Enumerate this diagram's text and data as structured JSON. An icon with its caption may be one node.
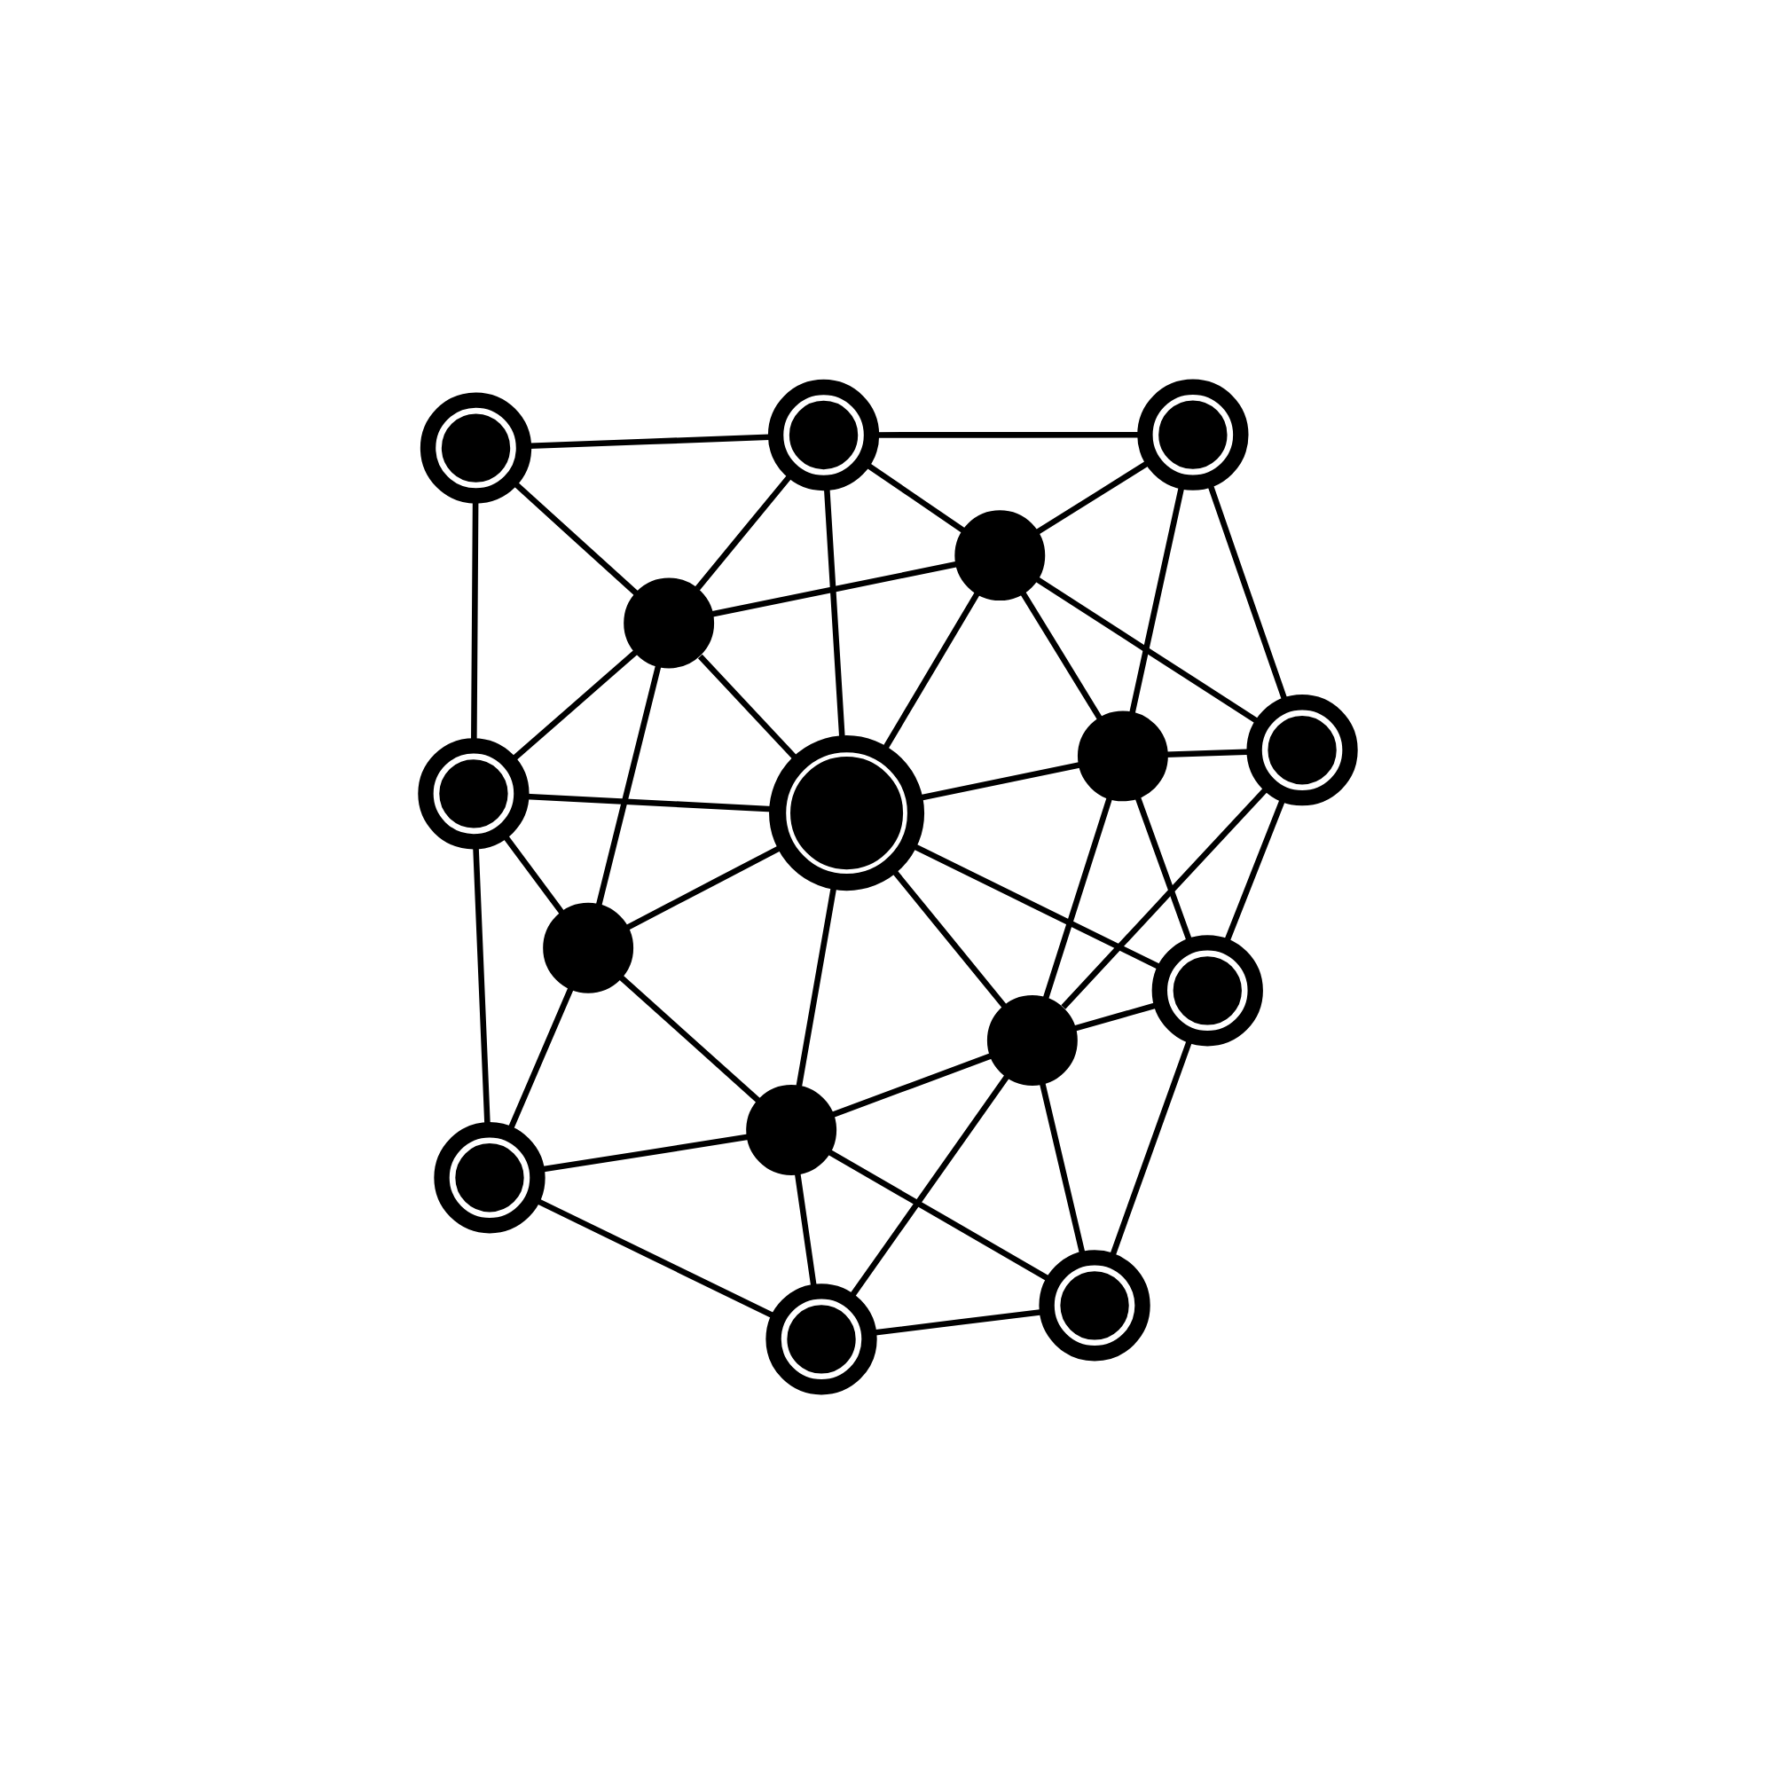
{
  "diagram": {
    "nodes": [
      {
        "text": [],
        "shape": "circle"
      },
      {
        "text": [],
        "shape": "circle"
      },
      {
        "text": [],
        "shape": "circle"
      },
      {
        "text": [],
        "shape": "circle"
      },
      {
        "text": [],
        "shape": "circle"
      },
      {
        "text": [],
        "shape": "circle"
      },
      {
        "text": [],
        "shape": "circle"
      },
      {
        "text": [],
        "shape": "circle"
      },
      {
        "text": [],
        "shape": "circle"
      },
      {
        "text": [],
        "shape": "circle"
      },
      {
        "text": [],
        "shape": "circle"
      },
      {
        "text": [],
        "shape": "circle"
      },
      {
        "text": [],
        "shape": "circle"
      },
      {
        "text": [],
        "shape": "circle"
      },
      {
        "text": [],
        "shape": "circle"
      },
      {
        "text": [],
        "shape": "circle"
      }
    ],
    "edges": [
      {
        "from": 0,
        "to": 1,
        "arrow": "none"
      },
      {
        "from": 0,
        "to": 3,
        "arrow": "none"
      },
      {
        "from": 0,
        "to": 5,
        "arrow": "none"
      },
      {
        "from": 0,
        "to": 4,
        "arrow": "none"
      },
      {
        "from": 1,
        "to": 5,
        "arrow": "none"
      },
      {
        "from": 1,
        "to": 4,
        "arrow": "none"
      },
      {
        "from": 1,
        "to": 2,
        "arrow": "none"
      },
      {
        "from": 3,
        "to": 5,
        "arrow": "none"
      },
      {
        "from": 3,
        "to": 7,
        "arrow": "none"
      },
      {
        "from": 3,
        "to": 10,
        "arrow": "none"
      },
      {
        "from": 3,
        "to": 9,
        "arrow": "none"
      },
      {
        "from": 2,
        "to": 4,
        "arrow": "none"
      },
      {
        "from": 2,
        "to": 6,
        "arrow": "none"
      },
      {
        "from": 2,
        "to": 8,
        "arrow": "none"
      },
      {
        "from": 5,
        "to": 4,
        "arrow": "none"
      },
      {
        "from": 5,
        "to": 7,
        "arrow": "none"
      },
      {
        "from": 5,
        "to": 9,
        "arrow": "none"
      },
      {
        "from": 5,
        "to": 10,
        "arrow": "none"
      },
      {
        "from": 4,
        "to": 7,
        "arrow": "none"
      },
      {
        "from": 4,
        "to": 6,
        "arrow": "none"
      },
      {
        "from": 6,
        "to": 7,
        "arrow": "none"
      },
      {
        "from": 6,
        "to": 8,
        "arrow": "none"
      },
      {
        "from": 6,
        "to": 11,
        "arrow": "none"
      },
      {
        "from": 7,
        "to": 8,
        "arrow": "none"
      },
      {
        "from": 7,
        "to": 10,
        "arrow": "none"
      },
      {
        "from": 7,
        "to": 12,
        "arrow": "none"
      },
      {
        "from": 7,
        "to": 15,
        "arrow": "none"
      },
      {
        "from": 7,
        "to": 11,
        "arrow": "none"
      },
      {
        "from": 9,
        "to": 10,
        "arrow": "none"
      },
      {
        "from": 9,
        "to": 13,
        "arrow": "none"
      },
      {
        "from": 9,
        "to": 12,
        "arrow": "none"
      },
      {
        "from": 10,
        "to": 12,
        "arrow": "none"
      },
      {
        "from": 10,
        "to": 13,
        "arrow": "none"
      },
      {
        "from": 12,
        "to": 11,
        "arrow": "none"
      },
      {
        "from": 12,
        "to": 13,
        "arrow": "none"
      },
      {
        "from": 12,
        "to": 15,
        "arrow": "none"
      },
      {
        "from": 11,
        "to": 15,
        "arrow": "none"
      },
      {
        "from": 11,
        "to": 8,
        "arrow": "none"
      },
      {
        "from": 11,
        "to": 14,
        "arrow": "none"
      },
      {
        "from": 14,
        "to": 8,
        "arrow": "none"
      },
      {
        "from": 15,
        "to": 13,
        "arrow": "none"
      },
      {
        "from": 15,
        "to": 14,
        "arrow": "none"
      }
    ]
  }
}
